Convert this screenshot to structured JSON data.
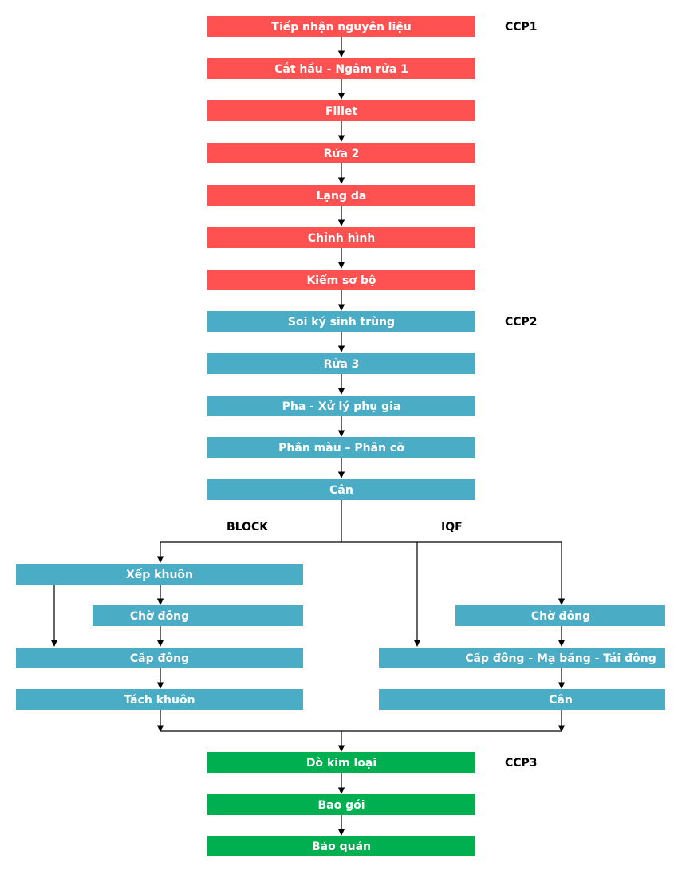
{
  "colors": {
    "red": "#fe5151",
    "blue": "#4bacc6",
    "green": "#00b050",
    "text": "#ffffff",
    "line": "#000000"
  },
  "main_steps": [
    {
      "label": "Tiếp nhận nguyên liệu",
      "color": "red"
    },
    {
      "label": "Cắt hầu - Ngâm rửa 1",
      "color": "red"
    },
    {
      "label": "Fillet",
      "color": "red"
    },
    {
      "label": "Rửa 2",
      "color": "red"
    },
    {
      "label": "Lạng da",
      "color": "red"
    },
    {
      "label": "Chỉnh hình",
      "color": "red"
    },
    {
      "label": "Kiểm sơ bộ",
      "color": "red"
    },
    {
      "label": "Soi ký sinh trùng",
      "color": "blue"
    },
    {
      "label": "Rửa 3",
      "color": "blue"
    },
    {
      "label": "Pha - Xử lý phụ gia",
      "color": "blue"
    },
    {
      "label": "Phân màu – Phân cỡ",
      "color": "blue"
    },
    {
      "label": "Cân",
      "color": "blue"
    }
  ],
  "ccp": [
    "CCP1",
    "CCP2",
    "CCP3"
  ],
  "branches": {
    "block": {
      "label": "BLOCK",
      "steps": [
        "Xếp khuôn",
        "Chờ đông",
        "Cấp đông",
        "Tách khuôn"
      ]
    },
    "iqf": {
      "label": "IQF",
      "steps": [
        "Chờ đông",
        "Cấp đông - Mạ băng - Tái đông",
        "Cân"
      ]
    }
  },
  "final_steps": [
    {
      "label": "Dò kim loại",
      "color": "green"
    },
    {
      "label": "Bao gói",
      "color": "green"
    },
    {
      "label": "Bảo quản",
      "color": "green"
    }
  ]
}
